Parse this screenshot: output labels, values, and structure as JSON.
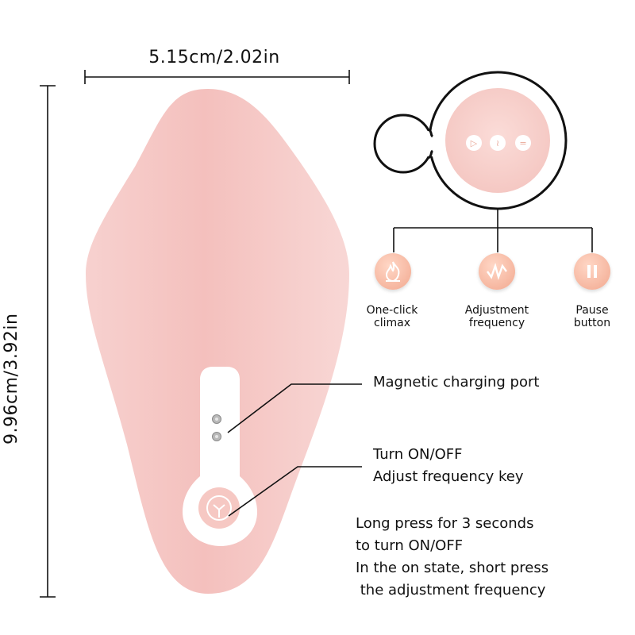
{
  "dimensions": {
    "width_label": "5.15cm/2.02in",
    "height_label": "9.96cm/3.92in"
  },
  "callouts": {
    "charging_port": "Magnetic charging port",
    "power_key_line1": "Turn ON/OFF",
    "power_key_line2": "Adjust frequency key"
  },
  "remote_buttons": [
    {
      "icon": "flame-icon",
      "line1": "One-click",
      "line2": "climax"
    },
    {
      "icon": "zigzag-wave-icon",
      "line1": "Adjustment",
      "line2": "frequency"
    },
    {
      "icon": "pause-icon",
      "line1": "Pause",
      "line2": "button"
    }
  ],
  "instructions": {
    "line1": "Long press for 3 seconds",
    "line2": "to turn ON/OFF",
    "line3": "In the on state, short press",
    "line4": " the adjustment frequency"
  },
  "colors": {
    "device_pink": "#f6c4c1",
    "accent_peach": "#f2a88f",
    "line": "#111111"
  }
}
